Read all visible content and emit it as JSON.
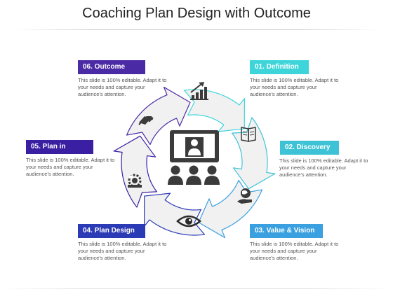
{
  "title": "Coaching Plan Design with Outcome",
  "colors": {
    "purple": "#4b2aa5",
    "dark_blue": "#2b3ab5",
    "cyan": "#3ec3d6",
    "light_cyan": "#3dd5d9",
    "arrow_fill": "#f1f1f1",
    "icon_dark": "#3b3b3b"
  },
  "steps": [
    {
      "label": "01. Definition",
      "description": "This slide is 100% editable. Adapt it to your needs and capture your audience's attention.",
      "icon": "book-icon"
    },
    {
      "label": "02. Discovery",
      "description": "This slide is 100% editable. Adapt it to your needs and capture your audience's attention.",
      "icon": "globe-hand-icon"
    },
    {
      "label": "03. Value & Vision",
      "description": "This slide is 100% editable. Adapt it to your needs and capture your audience's attention.",
      "icon": "eye-icon"
    },
    {
      "label": "04. Plan Design",
      "description": "This slide is 100% editable. Adapt it to your needs and capture your audience's attention.",
      "icon": "gear-plan-icon"
    },
    {
      "label": "05. Plan in",
      "description": "This slide is 100% editable. Adapt it to your needs and capture your audience's attention.",
      "icon": "handshake-icon"
    },
    {
      "label": "06. Outcome",
      "description": "This slide is 100% editable. Adapt it to your needs and capture your audience's attention.",
      "icon": "growth-chart-icon"
    }
  ],
  "center_icon": "presentation-audience-icon"
}
